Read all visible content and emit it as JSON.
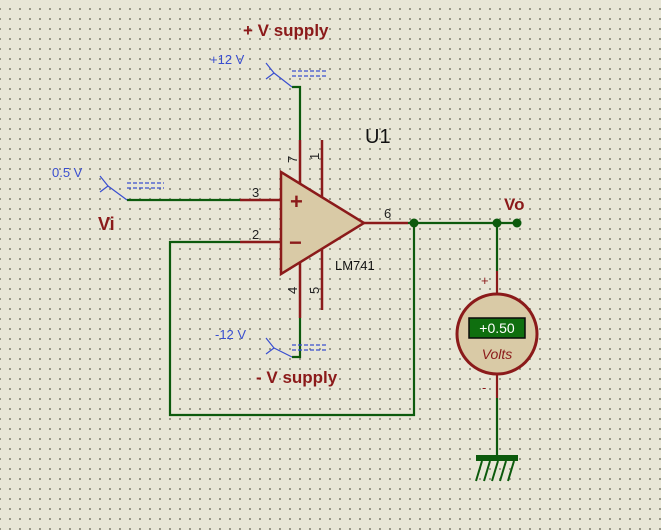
{
  "labels": {
    "pos_supply_title": "+ V supply",
    "neg_supply_title": "- V supply",
    "input_label": "Vi",
    "output_label": "Vo",
    "ref_designator": "U1",
    "part_name": "LM741"
  },
  "generators": {
    "pos_supply_value": "+12 V",
    "neg_supply_value": "-12 V",
    "input_value": "0.5 V"
  },
  "pins": {
    "p1": "1",
    "p2": "2",
    "p3": "3",
    "p4": "4",
    "p5": "5",
    "p6": "6",
    "p7": "7"
  },
  "opamp": {
    "plus_sign": "+",
    "minus_sign": "−"
  },
  "voltmeter": {
    "reading": "+0.50",
    "unit": "Volts",
    "plus_terminal": "+",
    "minus_terminal": "-"
  },
  "colors": {
    "wire": "#0c5a0c",
    "component": "#8b1a1a",
    "component_fill": "#d9caa6",
    "text_red": "#8b1a1a",
    "text_blue": "#3a4fd0",
    "lcd_bg": "#0f6f0f",
    "lcd_text": "#ffffff",
    "junction": "#0c5a0c"
  }
}
